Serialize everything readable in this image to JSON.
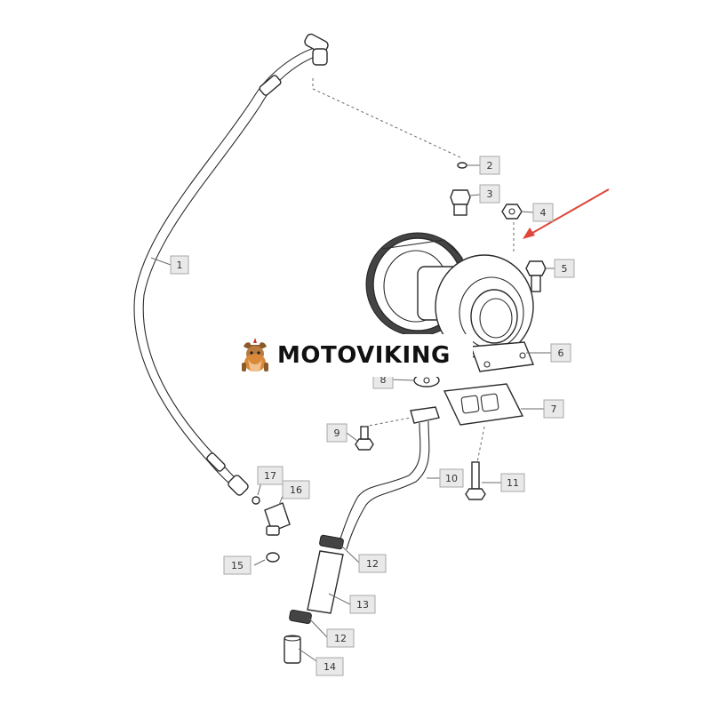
{
  "watermark": {
    "brand": "MOTOVIKING"
  },
  "callouts": [
    {
      "id": "c1",
      "label": "1"
    },
    {
      "id": "c2",
      "label": "2"
    },
    {
      "id": "c3",
      "label": "3"
    },
    {
      "id": "c4",
      "label": "4"
    },
    {
      "id": "c5",
      "label": "5"
    },
    {
      "id": "c6",
      "label": "6"
    },
    {
      "id": "c7",
      "label": "7"
    },
    {
      "id": "c8",
      "label": "8"
    },
    {
      "id": "c9",
      "label": "9"
    },
    {
      "id": "c10",
      "label": "10"
    },
    {
      "id": "c11",
      "label": "11"
    },
    {
      "id": "c12a",
      "label": "12"
    },
    {
      "id": "c12b",
      "label": "12"
    },
    {
      "id": "c13",
      "label": "13"
    },
    {
      "id": "c14",
      "label": "14"
    },
    {
      "id": "c15",
      "label": "15"
    },
    {
      "id": "c16",
      "label": "16"
    },
    {
      "id": "c17",
      "label": "17"
    }
  ],
  "colors": {
    "arrow": "#e0463a",
    "line": "#2b2b2b",
    "callout_fill": "#e9e9e9"
  }
}
